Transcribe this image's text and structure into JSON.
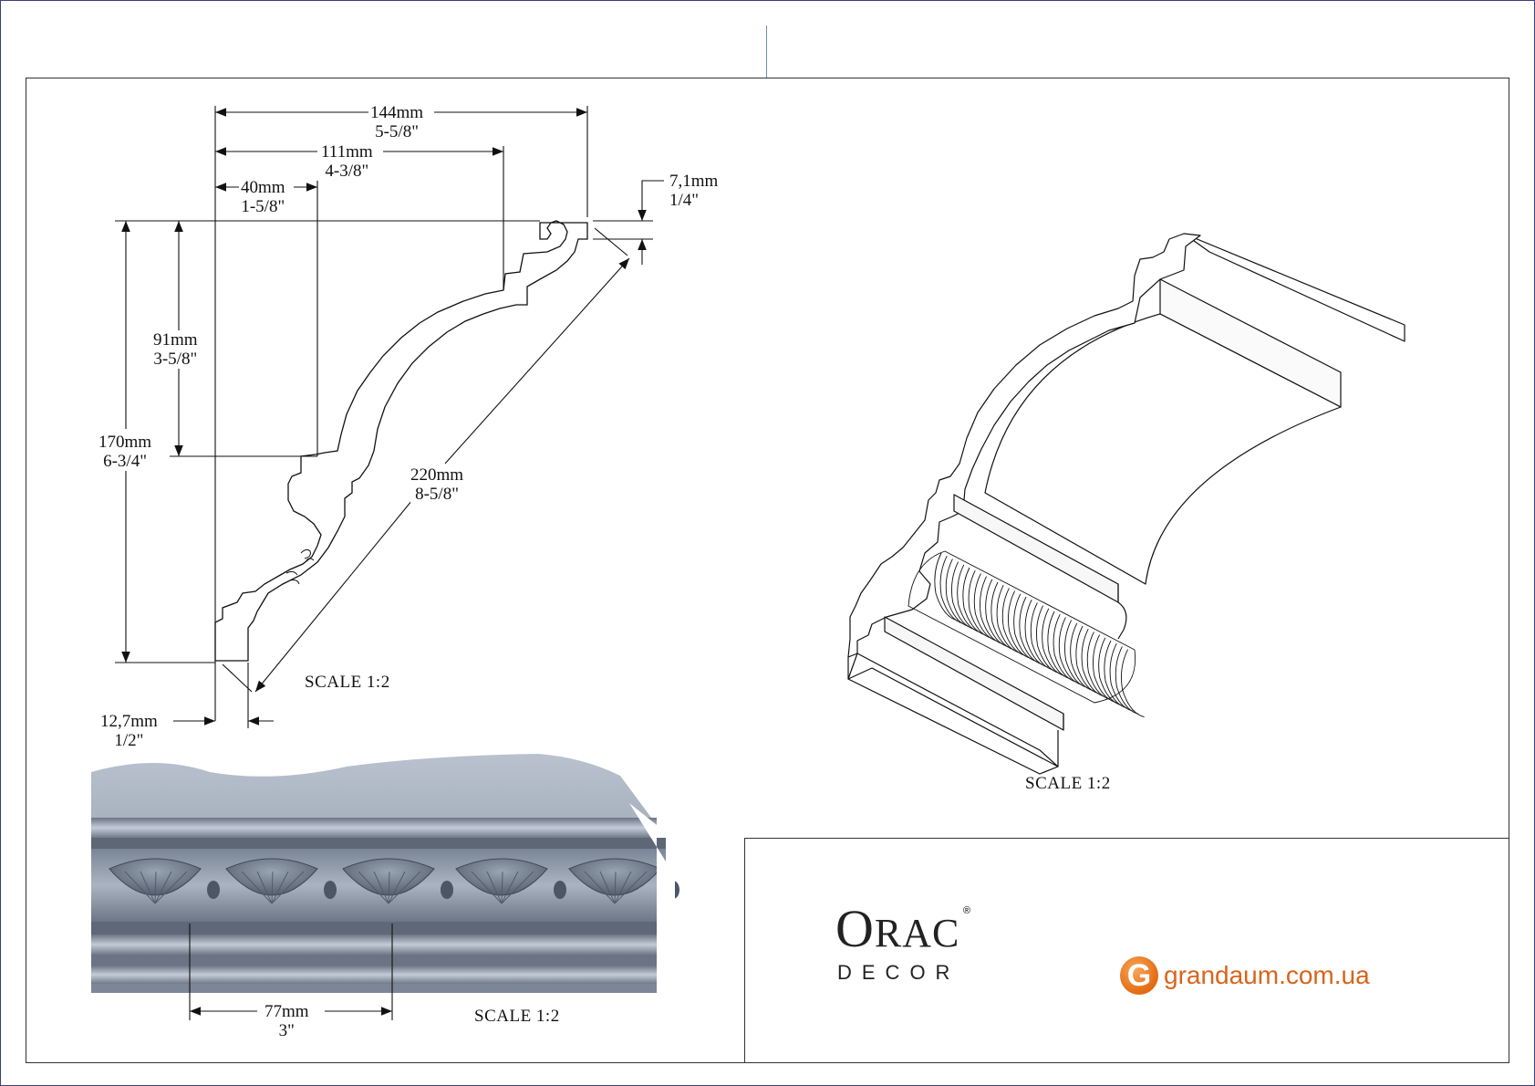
{
  "dimensions": {
    "width_total": {
      "mm": "144mm",
      "in": "5-5/8\""
    },
    "width_ceiling": {
      "mm": "111mm",
      "in": "4-3/8\""
    },
    "width_wall_offset": {
      "mm": "40mm",
      "in": "1-5/8\""
    },
    "top_thickness": {
      "mm": "7,1mm",
      "in": "1/4\""
    },
    "height_partial": {
      "mm": "91mm",
      "in": "3-5/8\""
    },
    "height_total": {
      "mm": "170mm",
      "in": "6-3/4\""
    },
    "diagonal": {
      "mm": "220mm",
      "in": "8-5/8\""
    },
    "bottom_thickness": {
      "mm": "12,7mm",
      "in": "1/2\""
    },
    "ornament_repeat": {
      "mm": "77mm",
      "in": "3\""
    }
  },
  "scales": {
    "profile": "SCALE  1:2",
    "iso": "SCALE  1:2",
    "ornament": "SCALE  1:2"
  },
  "brand": {
    "name_big": "O",
    "name_small": "RAC",
    "sub": "DECOR",
    "reg": "®"
  },
  "website": {
    "logo_letter": "G",
    "url": "grandaum.com.ua",
    "accent": "#e36a12"
  },
  "colors": {
    "border": "#3a3f7a",
    "ornament_base": "#8e9aaa"
  }
}
